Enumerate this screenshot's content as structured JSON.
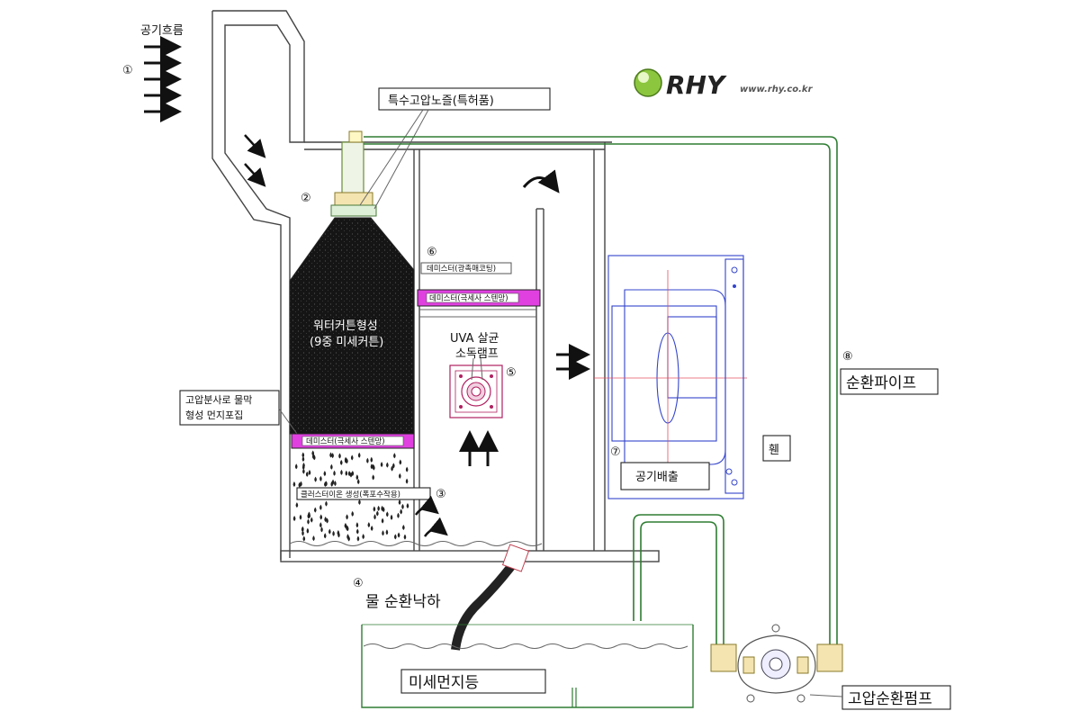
{
  "labels": {
    "airflow": "공기흐름",
    "num1": "①",
    "nozzle": "특수고압노즐(특허품)",
    "num2": "②",
    "water_curtain_1": "워터커튼형성",
    "water_curtain_2": "(9중 미세커튼)",
    "dust_capture_1": "고압분사로 물막",
    "dust_capture_2": "형성 먼지포집",
    "demister_bottom": "데미스터(극세사 스텐망)",
    "cluster_ion": "클러스터이온 생성(폭포수작용)",
    "num3": "③",
    "num4": "④",
    "water_fall": "물 순환낙하",
    "num6": "⑥",
    "demister_photo": "데미스터(광촉매코팅)",
    "demister_top": "데미스터(극세사 스텐망)",
    "uva_1": "UVA 살균",
    "uva_2": "소독램프",
    "num5": "⑤",
    "num7": "⑦",
    "air_exhaust": "공기배출",
    "fan": "휀",
    "num8": "⑧",
    "circ_pipe": "순환파이프",
    "fine_dust": "미세먼지등",
    "pump": "고압순환펌프"
  },
  "logo": {
    "brand": "RHY",
    "url": "www.rhy.co.kr"
  },
  "colors": {
    "pipe": "#2e7d32",
    "pipe_fill": "#dff0d8",
    "demister": "#e040e0",
    "fan": "#3344cc",
    "dark_fill": "#151515"
  }
}
